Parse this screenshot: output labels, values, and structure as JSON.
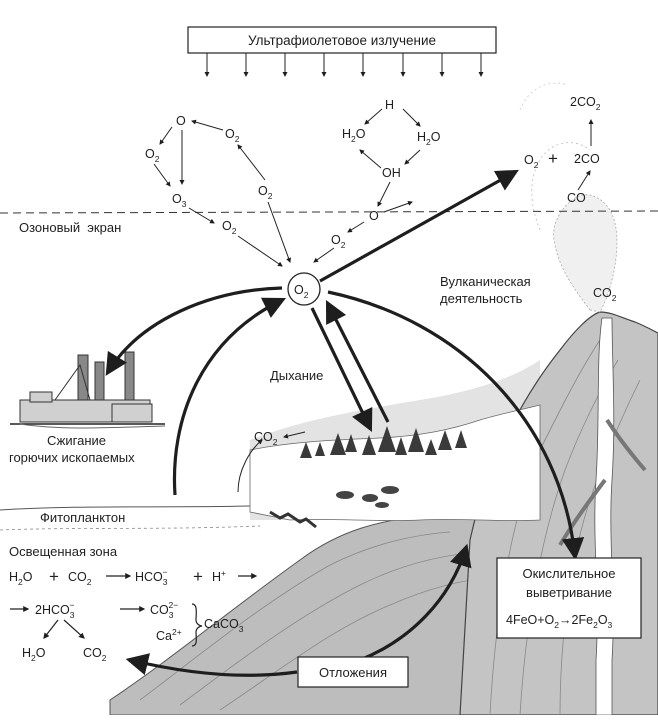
{
  "banner": {
    "uv": "Ультрафиолетовое излучение"
  },
  "layers": {
    "ozone": "Озоновый  экран",
    "phytoplankton": "Фитопланктон",
    "lit_zone": "Освещенная зона"
  },
  "processes": {
    "volcanic": [
      "Вулканическая",
      "деятельность"
    ],
    "respiration": "Дыхание",
    "combustion": [
      "Сжигание",
      "горючих ископаемых"
    ],
    "weathering": [
      "Окислительное",
      "выветривание"
    ],
    "sediments": "Отложения"
  },
  "formulas": {
    "o2_center": [
      "O",
      "2"
    ],
    "ozone_cycle": {
      "o": "O",
      "o2_left": [
        "O",
        "2"
      ],
      "o2_top": [
        "O",
        "2"
      ],
      "o3": [
        "O",
        "3"
      ],
      "o2_mid": [
        "O",
        "2"
      ],
      "o2_low": [
        "O",
        "2"
      ]
    },
    "water_cycle": {
      "h": "H",
      "h2o_left": [
        "H",
        "2",
        "O"
      ],
      "h2o_right": [
        "H",
        "2",
        "O"
      ],
      "oh": "OH",
      "o": "O",
      "o2": [
        "O",
        "2"
      ]
    },
    "volcano_gas": {
      "two_co2": [
        "2CO",
        "2"
      ],
      "o2": [
        "O",
        "2"
      ],
      "plus": "+",
      "two_co": "2CO",
      "co": "CO",
      "co2_vent": [
        "CO",
        "2"
      ]
    },
    "co2_land": [
      "CO",
      "2"
    ],
    "ocean": {
      "h2o": [
        "H",
        "2",
        "O"
      ],
      "plus1": "+",
      "co2": [
        "CO",
        "2"
      ],
      "hco3": [
        "HCO",
        "3",
        "−"
      ],
      "plus2": "+",
      "h_plus": [
        "H",
        "+"
      ],
      "two_hco3": [
        "2HCO",
        "3",
        "−"
      ],
      "co3": [
        "CO",
        "3",
        "2−"
      ],
      "ca": [
        "Ca",
        "2+"
      ],
      "caco3": [
        "CaCO",
        "3"
      ],
      "h2o_b": [
        "H",
        "2",
        "O"
      ],
      "co2_b": [
        "CO",
        "2"
      ]
    },
    "feo_eq": [
      "4FeO+O",
      "2",
      "→2Fe",
      "2",
      "O",
      "3"
    ]
  },
  "colors": {
    "ink": "#1e1e1e",
    "terrain": "#b8b8b8",
    "terrain_light": "#d6d6d6",
    "line": "#333333"
  }
}
